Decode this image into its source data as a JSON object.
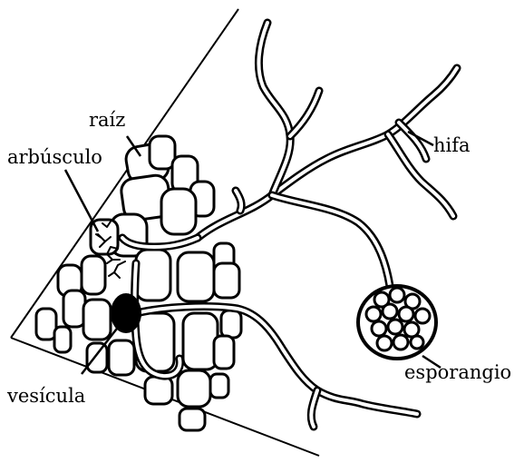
{
  "labels": {
    "raiz": "raíz",
    "arbusculo": "arbúsculo",
    "hifa": "hifa",
    "esporangio": "esporangio",
    "vesicula": "vesícula"
  },
  "colors": {
    "ink": "#000000",
    "paper": "#ffffff"
  }
}
